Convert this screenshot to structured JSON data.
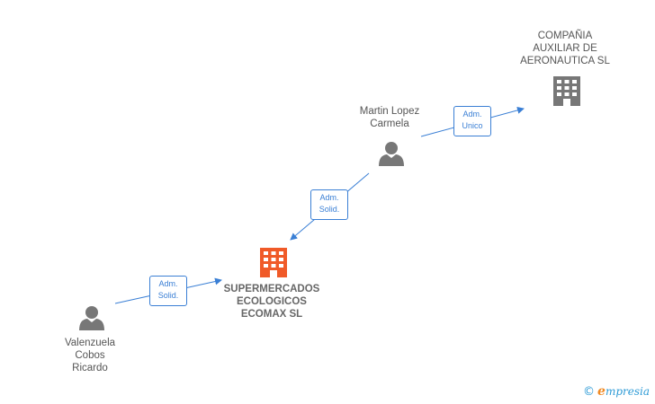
{
  "nodes": {
    "company_top": {
      "name": "COMPAÑIA\nAUXILIAR DE\nAERONAUTICA SL",
      "type": "company",
      "color": "#777777"
    },
    "person_martin": {
      "name": "Martin Lopez\nCarmela",
      "type": "person",
      "color": "#777777"
    },
    "company_main": {
      "name": "SUPERMERCADOS\nECOLOGICOS\nECOMAX  SL",
      "type": "company",
      "color": "#f05a28"
    },
    "person_valenzuela": {
      "name": "Valenzuela\nCobos\nRicardo",
      "type": "person",
      "color": "#777777"
    }
  },
  "edges": {
    "martin_to_top": {
      "label": "Adm.\nUnico"
    },
    "martin_to_main": {
      "label": "Adm.\nSolid."
    },
    "valenzuela_to_main": {
      "label": "Adm.\nSolid."
    }
  },
  "colors": {
    "edge": "#3a7fd5"
  },
  "footer": {
    "copyright": "©",
    "brand_e": "e",
    "brand_rest": "mpresia"
  },
  "icons": {
    "company": "building-icon",
    "person": "person-icon"
  }
}
